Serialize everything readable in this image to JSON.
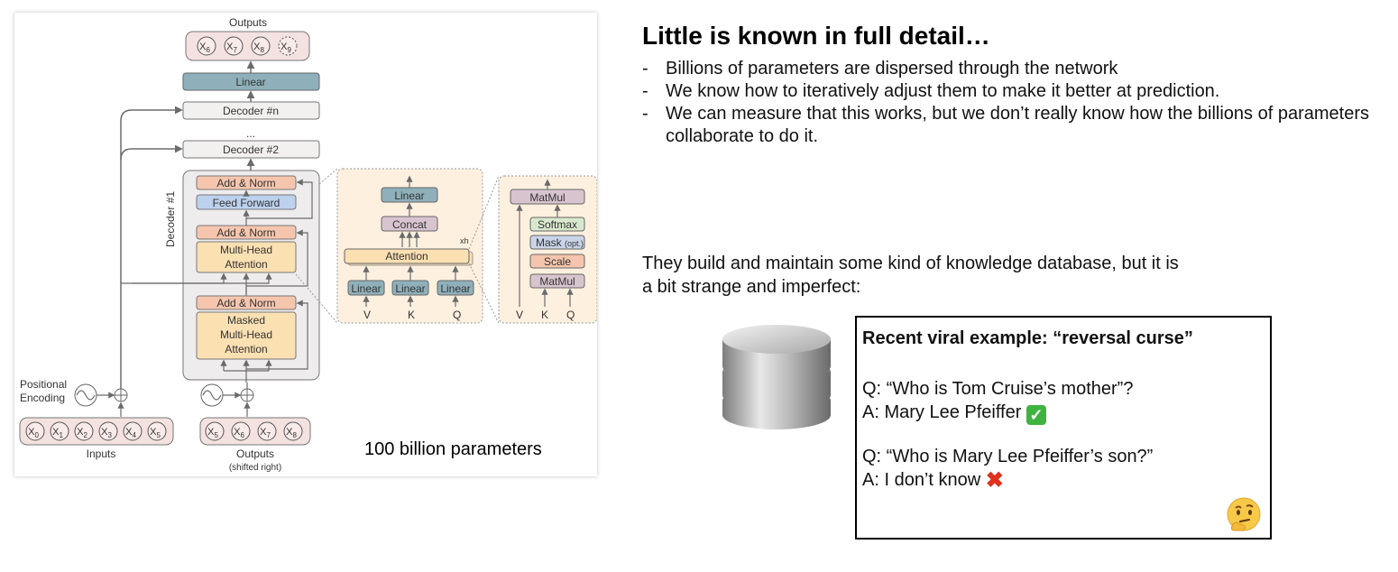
{
  "diagram": {
    "outputs_top_label": "Outputs",
    "output_tokens": [
      {
        "base": "X",
        "sub": "6"
      },
      {
        "base": "X",
        "sub": "7"
      },
      {
        "base": "X",
        "sub": "8"
      },
      {
        "base": "X",
        "sub": "9"
      }
    ],
    "linear_label": "Linear",
    "decoder_n_label": "Decoder #n",
    "ellipsis": "...",
    "decoder_2_label": "Decoder #2",
    "decoder_1_label": "Decoder #1",
    "add_norm_label": "Add & Norm",
    "feed_forward_label": "Feed Forward",
    "multi_head_attention_lines": [
      "Multi-Head",
      "Attention"
    ],
    "masked_attention_lines": [
      "Masked",
      "Multi-Head",
      "Attention"
    ],
    "positional_encoding_lines": [
      "Positional",
      "Encoding"
    ],
    "input_tokens": [
      {
        "base": "X",
        "sub": "0"
      },
      {
        "base": "X",
        "sub": "1"
      },
      {
        "base": "X",
        "sub": "2"
      },
      {
        "base": "X",
        "sub": "3"
      },
      {
        "base": "X",
        "sub": "4"
      },
      {
        "base": "X",
        "sub": "5"
      }
    ],
    "inputs_label": "Inputs",
    "shifted_tokens": [
      {
        "base": "X",
        "sub": "5"
      },
      {
        "base": "X",
        "sub": "6"
      },
      {
        "base": "X",
        "sub": "7"
      },
      {
        "base": "X",
        "sub": "8"
      }
    ],
    "shifted_outputs_label": "Outputs",
    "shifted_right_label": "(shifted right)",
    "mha_detail": {
      "linear_label": "Linear",
      "concat_label": "Concat",
      "attention_label": "Attention",
      "heads_label": "xh",
      "v_label": "V",
      "k_label": "K",
      "q_label": "Q"
    },
    "attn_detail": {
      "matmul_label": "MatMul",
      "softmax_label": "Softmax",
      "mask_label": "Mask",
      "mask_opt": "(opt.)",
      "scale_label": "Scale",
      "v_label": "V",
      "k_label": "K",
      "q_label": "Q"
    },
    "params_caption": "100 billion parameters",
    "colors": {
      "linear": "#8fb0ba",
      "add_norm": "#f6c5ad",
      "feed_forward": "#bcd1ec",
      "attention": "#fbe0b2",
      "decoder_panel": "#efeced",
      "softmax": "#d8e8cd",
      "matmul": "#d8c4cf",
      "detail_bg": "#fdf0df"
    }
  },
  "heading": "Little is known in full detail…",
  "bullets": [
    "Billions of parameters are dispersed through the network",
    "We know how to iteratively adjust them to make it better at prediction.",
    "We can measure that this works, but we don’t really know how the billions of parameters collaborate to do it."
  ],
  "bullet_marker": "-",
  "intro_text": "They build and maintain some kind of knowledge database, but it is a bit strange and imperfect:",
  "example": {
    "title": "Recent viral example: “reversal curse”",
    "q1": "Q: “Who is Tom Cruise’s mother”?",
    "a1": "A: Mary Lee Pfeiffer",
    "check_glyph": "✓",
    "q2": "Q: “Who is Mary Lee Pfeiffer’s son?”",
    "a2": "A: I don’t know",
    "cross_glyph": "✖"
  },
  "icons": {
    "database": "database-icon",
    "check": "check-mark-icon",
    "cross": "cross-mark-icon",
    "thinking": "thinking-face-icon"
  }
}
